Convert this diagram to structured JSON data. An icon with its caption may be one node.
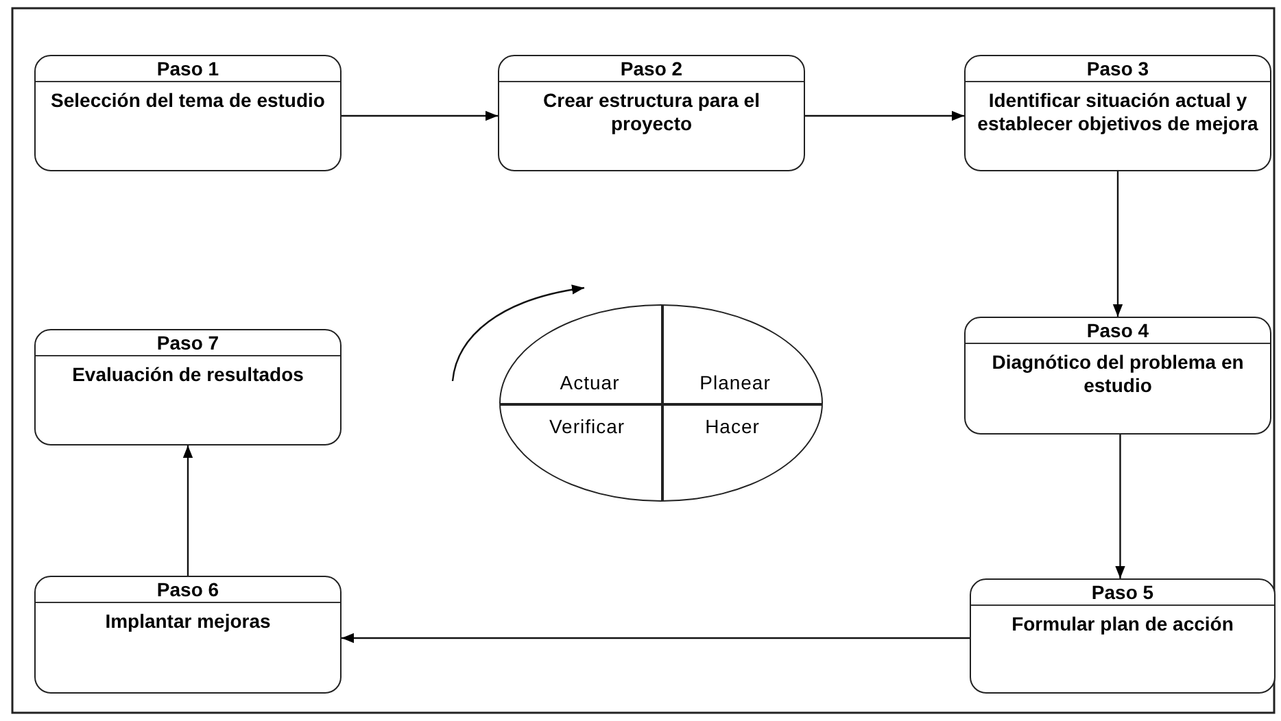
{
  "diagram": {
    "nodes": [
      {
        "text": [
          "Paso 1",
          "Selección del tema de estudio"
        ]
      },
      {
        "text": [
          "Paso 2",
          "Crear estructura para el proyecto"
        ]
      },
      {
        "text": [
          "Paso 3",
          "Identificar situación actual y establecer objetivos de mejora"
        ]
      },
      {
        "text": [
          "Paso 4",
          "Diagnótico del problema en estudio"
        ]
      },
      {
        "text": [
          "Paso 5",
          "Formular plan de acción"
        ]
      },
      {
        "text": [
          "Paso 6",
          "Implantar mejoras"
        ]
      },
      {
        "text": [
          "Paso 7",
          "Evaluación de resultados"
        ]
      },
      {
        "text": [
          "Actuar",
          "Planear",
          "Verificar",
          "Hacer"
        ]
      }
    ],
    "edges": [
      {
        "from": 0,
        "to": 1,
        "arrow": "to"
      },
      {
        "from": 1,
        "to": 2,
        "arrow": "to"
      },
      {
        "from": 2,
        "to": 3,
        "arrow": "to"
      },
      {
        "from": 3,
        "to": 4,
        "arrow": "to"
      },
      {
        "from": 4,
        "to": 5,
        "arrow": "to"
      },
      {
        "from": 5,
        "to": 6,
        "arrow": "to"
      }
    ]
  }
}
